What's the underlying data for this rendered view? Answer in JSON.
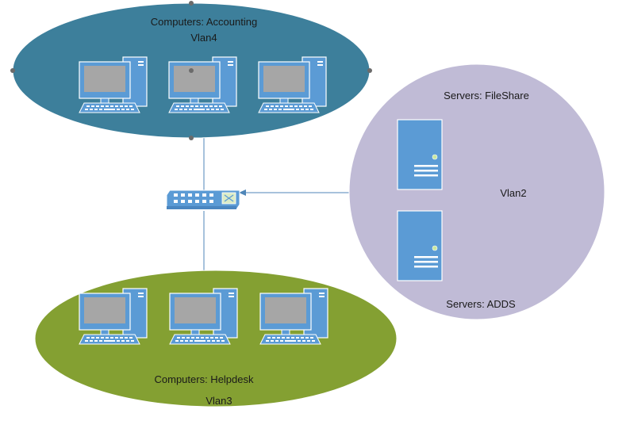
{
  "zones": {
    "accounting": {
      "title": "Computers: Accounting",
      "vlan": "Vlan4",
      "color": "#3d7f9b"
    },
    "helpdesk": {
      "title": "Computers: Helpdesk",
      "vlan": "Vlan3",
      "color": "#84a032"
    },
    "servers": {
      "title_top": "Servers: FileShare",
      "title_bottom": "Servers: ADDS",
      "vlan": "Vlan2",
      "color": "#c0bbd6"
    }
  },
  "icons": {
    "computer": "desktop-computer-icon",
    "server": "server-tower-icon",
    "switch": "network-switch-icon"
  },
  "colors": {
    "link": "#4f86b8",
    "device_blue": "#5b9bd5",
    "screen_gray": "#a6a6a6",
    "handle": "#6b6b6b"
  }
}
